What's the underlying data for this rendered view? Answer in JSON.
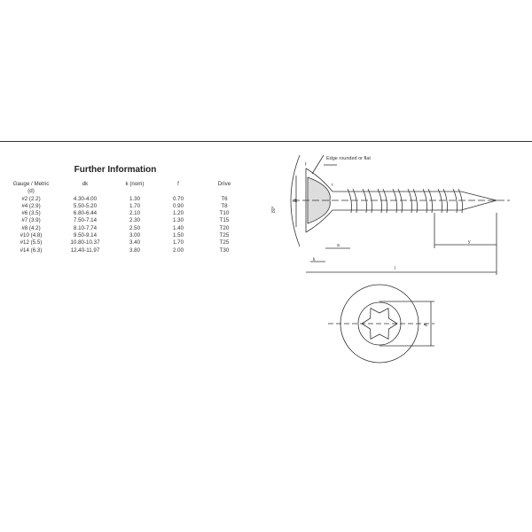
{
  "title": "Further Information",
  "table": {
    "headers": [
      "Gauge / Metric",
      "dk",
      "k (nom)",
      "f",
      "Drive"
    ],
    "subheader": "(d)",
    "rows": [
      [
        "#2 (2.2)",
        "4.30-4.00",
        "1.30",
        "0.70",
        "T6"
      ],
      [
        "#4 (2.9)",
        "5.50-5.20",
        "1.70",
        "0.90",
        "T8"
      ],
      [
        "#6 (3.5)",
        "6.80-6.44",
        "2.10",
        "1.20",
        "T10"
      ],
      [
        "#7 (3.9)",
        "7.50-7.14",
        "2.30",
        "1.30",
        "T15"
      ],
      [
        "#8 (4.2)",
        "8.10-7.74",
        "2.50",
        "1.40",
        "T20"
      ],
      [
        "#10 (4.8)",
        "9.50-9.14",
        "3.00",
        "1.50",
        "T25"
      ],
      [
        "#12 (5.5)",
        "10.80-10.37",
        "3.40",
        "1.70",
        "T25"
      ],
      [
        "#14 (6.3)",
        "12.40-11.97",
        "3.80",
        "2.00",
        "T30"
      ]
    ]
  },
  "drawing": {
    "edge_note": "Edge rounded or flat",
    "dk": "dk",
    "k": "k",
    "a": "a",
    "y": "y",
    "l": "l",
    "f": "f",
    "r": "r",
    "angle": "80°",
    "A": "A"
  }
}
